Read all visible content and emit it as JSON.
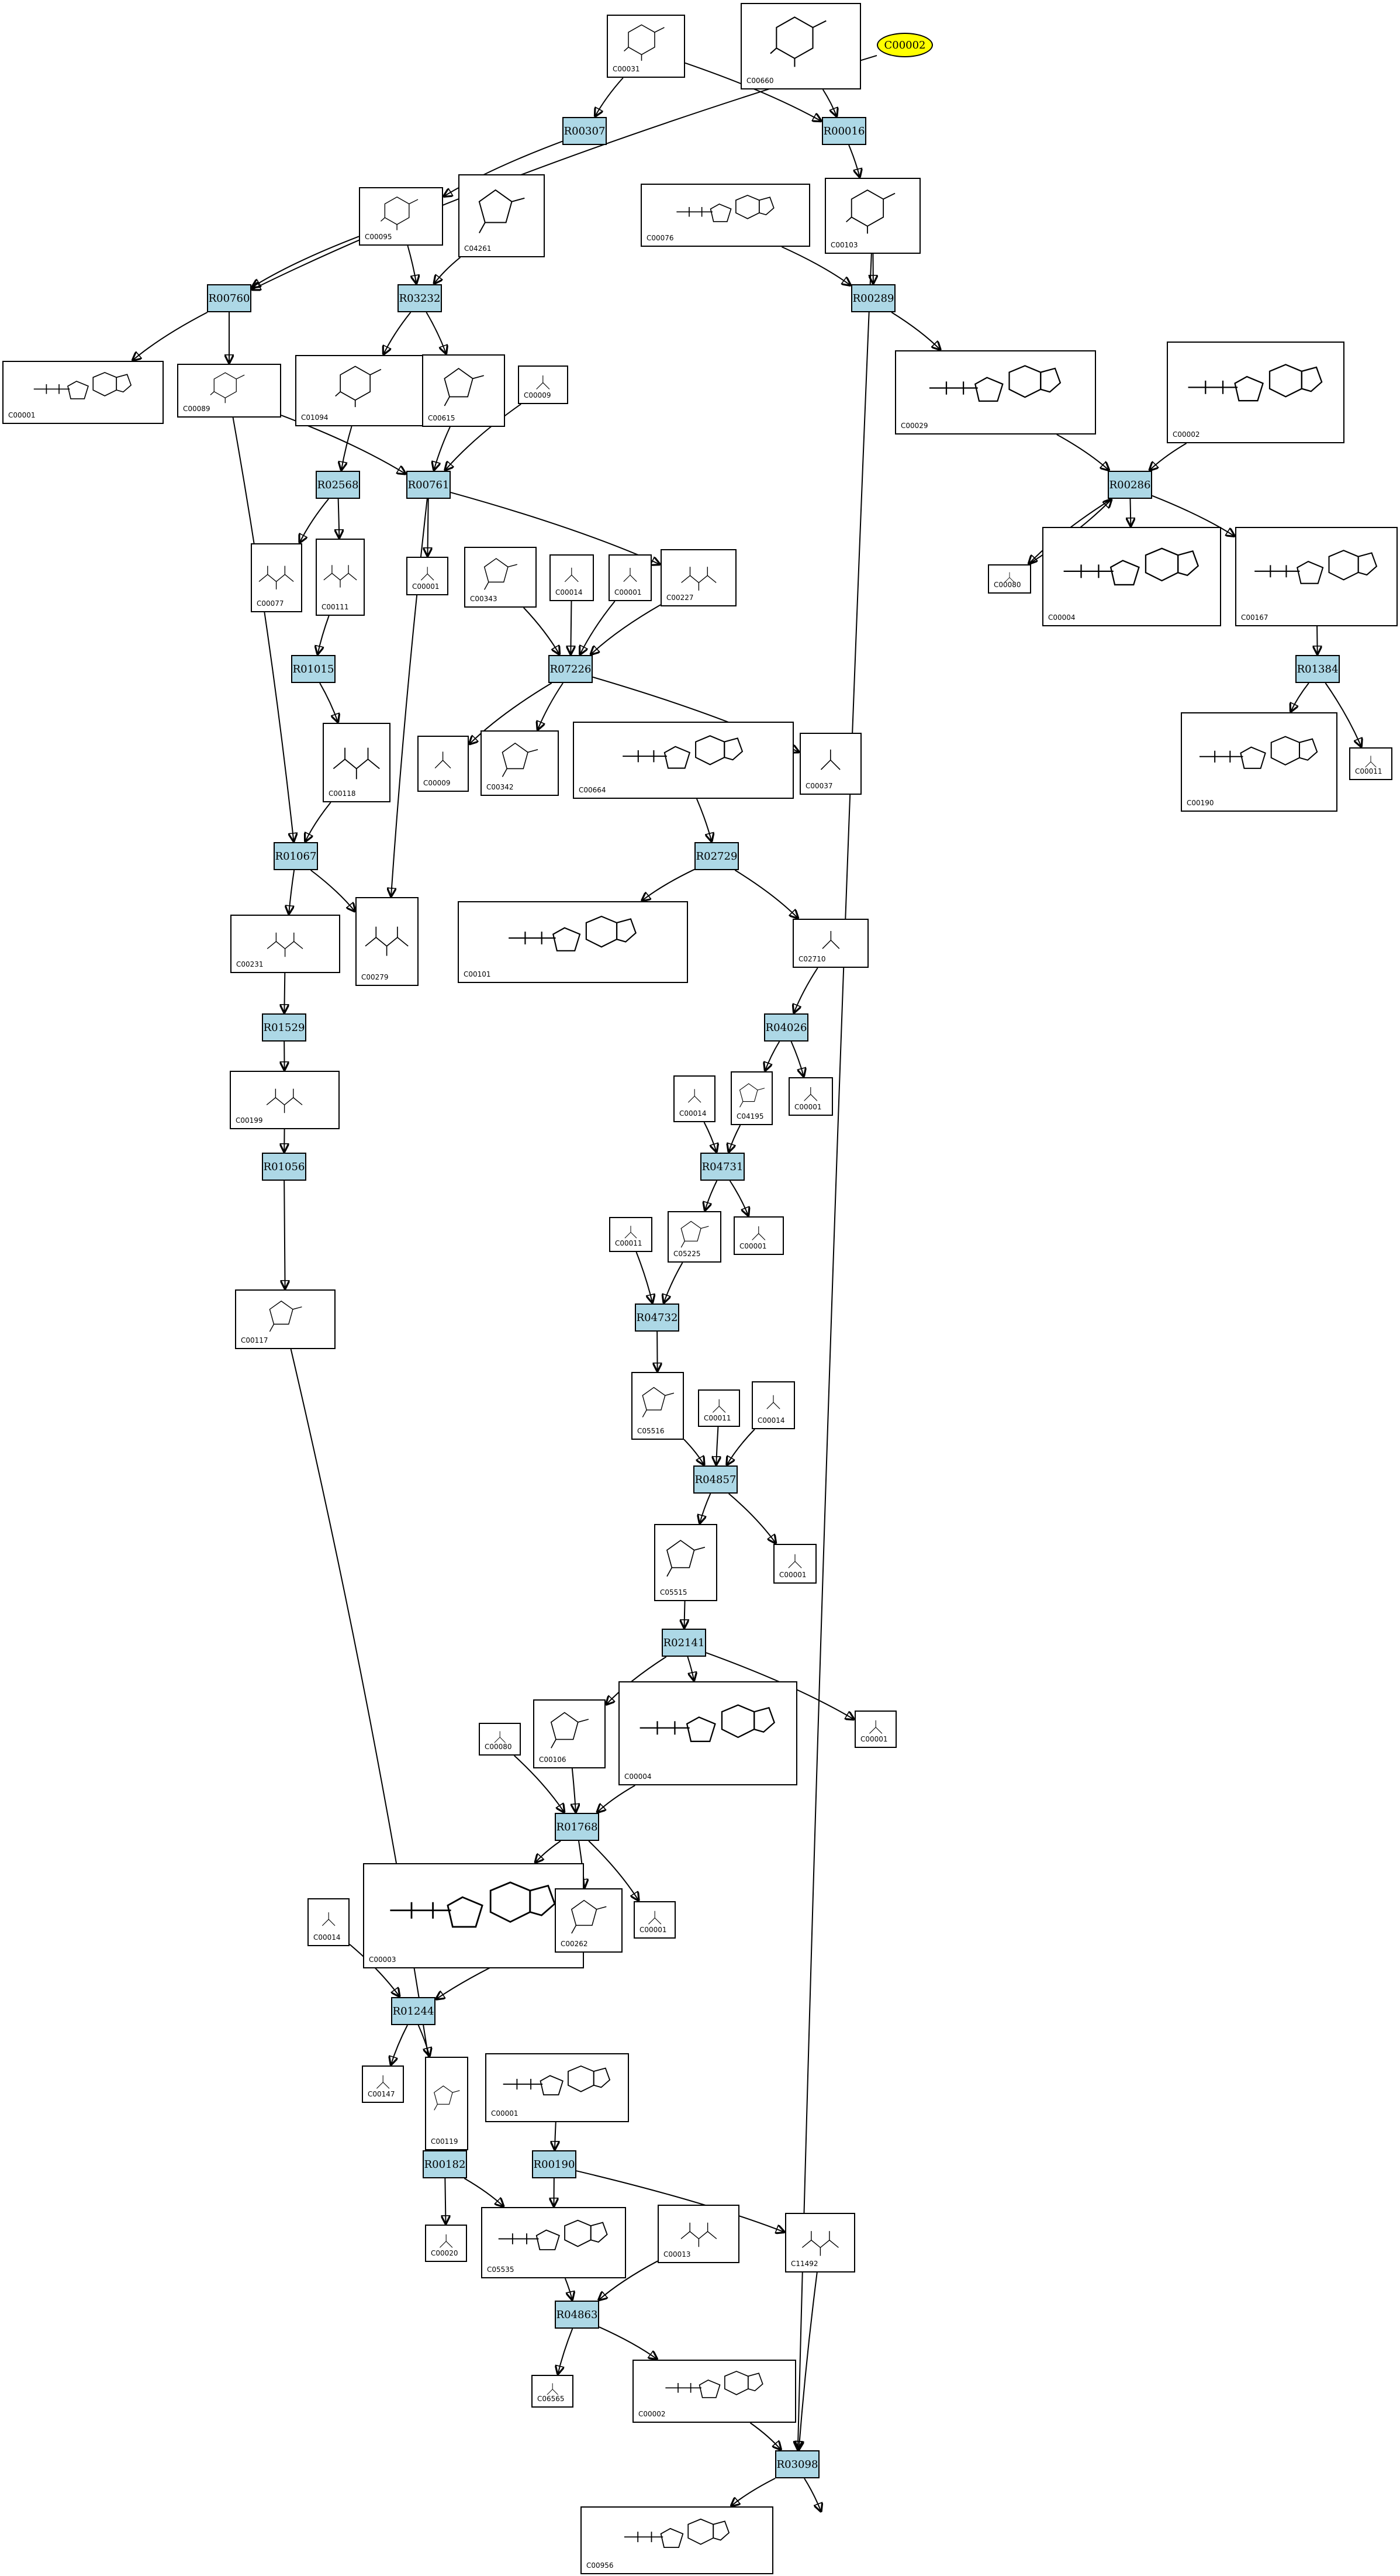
{
  "highlight": {
    "compound": "C00002",
    "color": "#ffff00"
  },
  "reaction_color": "#add8e6",
  "reactions": [
    "R00307",
    "R00016",
    "R00760",
    "R03232",
    "R00289",
    "R02568",
    "R00761",
    "R00286",
    "R01015",
    "R07226",
    "R01384",
    "R01067",
    "R02729",
    "R01529",
    "R04026",
    "R04731",
    "R01056",
    "R04732",
    "R04857",
    "R02141",
    "R01768",
    "R01244",
    "R00182",
    "R00190",
    "R04863",
    "R03098"
  ],
  "compounds": [
    "C00031",
    "C00660",
    "C00002",
    "C00095",
    "C04261",
    "C00076",
    "C00103",
    "C00001",
    "C00089",
    "C01094",
    "C00615",
    "C00009",
    "C00029",
    "C00002",
    "C00077",
    "C00111",
    "C00001",
    "C00343",
    "C00014",
    "C00001",
    "C00227",
    "C00080",
    "C00004",
    "C00167",
    "C00118",
    "C00009",
    "C00342",
    "C00664",
    "C00037",
    "C00190",
    "C00011",
    "C00231",
    "C00279",
    "C00101",
    "C02710",
    "C00199",
    "C00014",
    "C04195",
    "C00001",
    "C00011",
    "C05225",
    "C00001",
    "C00117",
    "C05516",
    "C00011",
    "C00014",
    "C05515",
    "C00001",
    "C00080",
    "C00106",
    "C00004",
    "C00001",
    "C00014",
    "C00003",
    "C00262",
    "C00001",
    "C00147",
    "C00119",
    "C00001",
    "C00020",
    "C05535",
    "C00013",
    "C11492",
    "C06565",
    "C00002",
    "C00956"
  ],
  "edges": [
    [
      0,
      0
    ],
    [
      0,
      1
    ],
    [
      1,
      1
    ],
    [
      3,
      2
    ],
    [
      2,
      3
    ],
    [
      2,
      4
    ],
    [
      5,
      4
    ],
    [
      6,
      4
    ],
    [
      7,
      4
    ],
    [
      4,
      6
    ],
    [
      4,
      9
    ],
    [
      11,
      9
    ],
    [
      9,
      10
    ],
    [
      12,
      14
    ],
    [
      13,
      14
    ],
    [
      14,
      19
    ],
    [
      14,
      21
    ],
    [
      15,
      14
    ],
    [
      16,
      14
    ],
    [
      22,
      14
    ],
    [
      30,
      14
    ],
    [
      24,
      13
    ],
    [
      25,
      15
    ],
    [
      26,
      15
    ],
    [
      27,
      15
    ],
    [
      15,
      28
    ],
    [
      15,
      29
    ],
    [
      31,
      17
    ],
    [
      32,
      17
    ],
    [
      33,
      17
    ],
    [
      17,
      34
    ],
    [
      17,
      35
    ],
    [
      17,
      36
    ],
    [
      37,
      20
    ],
    [
      20,
      39
    ],
    [
      20,
      40
    ],
    [
      38,
      20
    ],
    [
      20,
      42
    ],
    [
      39,
      21
    ],
    [
      44,
      21
    ],
    [
      21,
      45
    ],
    [
      21,
      46
    ],
    [
      23,
      22
    ],
    [
      23,
      23
    ],
    [
      22,
      47
    ],
    [
      47,
      48
    ],
    [
      48,
      49
    ],
    [
      49,
      50
    ],
    [
      51,
      50
    ],
    [
      52,
      50
    ],
    [
      50,
      53
    ],
    [
      50,
      54
    ],
    [
      53,
      55
    ],
    [
      56,
      55
    ],
    [
      57,
      55
    ],
    [
      55,
      58
    ],
    [
      55,
      59
    ],
    [
      58,
      60
    ],
    [
      58,
      61
    ],
    [
      62,
      60
    ],
    [
      63,
      60
    ],
    [
      60,
      64
    ],
    [
      60,
      65
    ],
    [
      64,
      66
    ],
    [
      64,
      67
    ],
    [
      68,
      66
    ],
    [
      65,
      69
    ],
    [
      70,
      66
    ],
    [
      66,
      71
    ],
    [
      72,
      73
    ],
    [
      73,
      74
    ],
    [
      73,
      75
    ],
    [
      74,
      76
    ],
    [
      74,
      77
    ],
    [
      78,
      76
    ],
    [
      79,
      80
    ],
    [
      80,
      81
    ],
    [
      81,
      82
    ],
    [
      82,
      83
    ],
    [
      83,
      84
    ]
  ]
}
